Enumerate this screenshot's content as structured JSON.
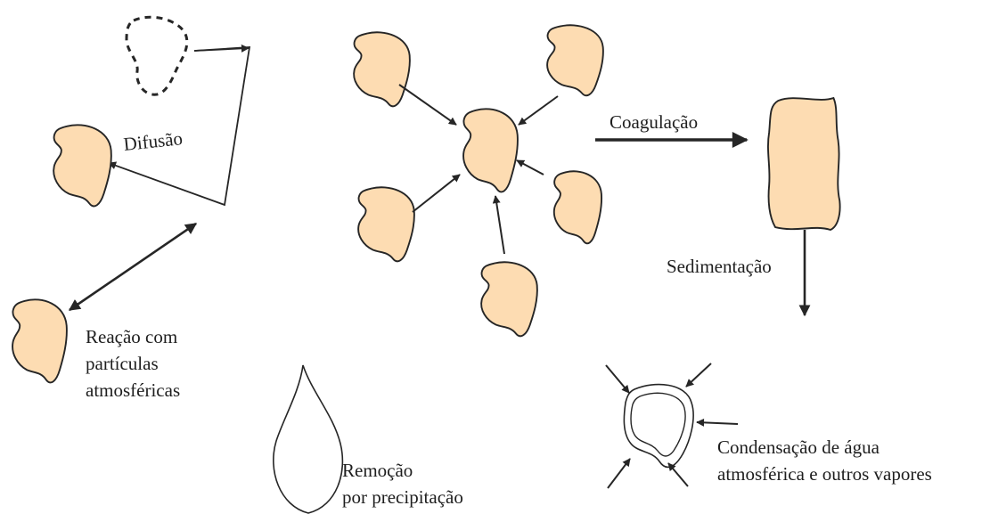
{
  "colors": {
    "particle_fill": "#FDDCB2",
    "stroke": "#262626"
  },
  "labels": {
    "diffusion": "Difusão",
    "coagulation": "Coagulação",
    "sedimentation": "Sedimentação",
    "reaction_line1": "Reação com",
    "reaction_line2": "partículas",
    "reaction_line3": "atmosféricas",
    "removal_line1": "Remoção",
    "removal_line2": "por precipitação",
    "condensation_line1": "Condensação de água",
    "condensation_line2": "atmosférica e outros vapores"
  },
  "icons": {
    "particle": "particle-blob-icon",
    "vanished_particle": "dashed-particle-outline-icon",
    "droplet": "rain-droplet-icon",
    "condensation_shell": "condensation-shell-icon"
  }
}
